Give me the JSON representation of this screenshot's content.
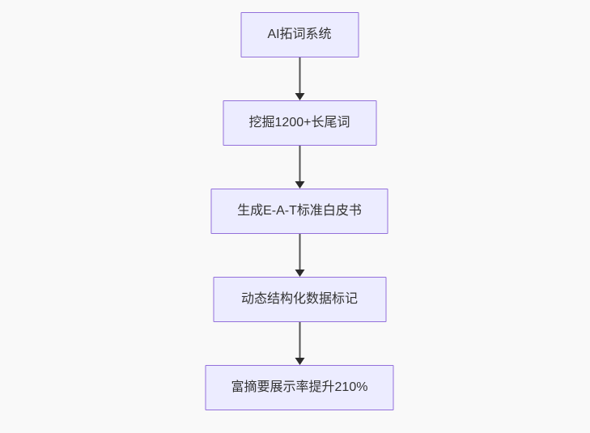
{
  "diagram": {
    "type": "flowchart",
    "direction": "top-down",
    "colors": {
      "background": "#f9f9f9",
      "node_fill": "#ECECFF",
      "node_border": "#9370DB",
      "node_text": "#333333",
      "arrow": "#555555"
    },
    "nodes": [
      {
        "id": "step-1",
        "label": "AI拓词系统"
      },
      {
        "id": "step-2",
        "label": "挖掘1200+长尾词"
      },
      {
        "id": "step-3",
        "label": "生成E-A-T标准白皮书"
      },
      {
        "id": "step-4",
        "label": "动态结构化数据标记"
      },
      {
        "id": "step-5",
        "label": "富摘要展示率提升210%"
      }
    ],
    "edges": [
      {
        "from": "step-1",
        "to": "step-2"
      },
      {
        "from": "step-2",
        "to": "step-3"
      },
      {
        "from": "step-3",
        "to": "step-4"
      },
      {
        "from": "step-4",
        "to": "step-5"
      }
    ]
  }
}
